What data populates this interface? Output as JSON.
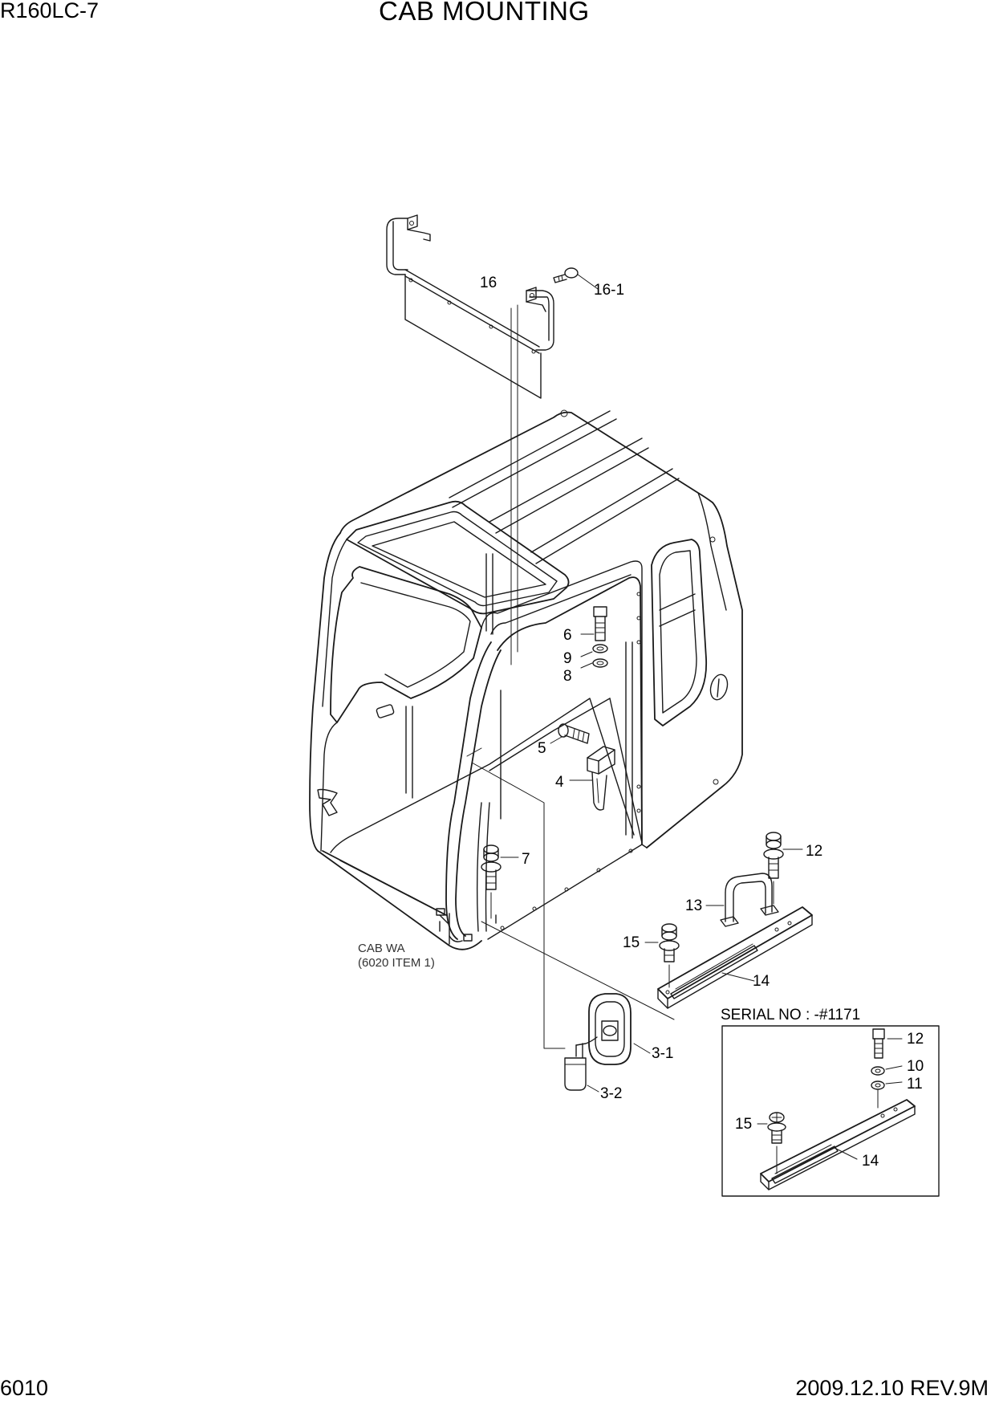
{
  "header": {
    "model": "R160LC-7",
    "title": "CAB MOUNTING"
  },
  "footer": {
    "page_number": "6010",
    "revision": "2009.12.10  REV.9M"
  },
  "callouts": {
    "p16": "16",
    "p16_1": "16-1",
    "p6": "6",
    "p9": "9",
    "p8": "8",
    "p5": "5",
    "p4": "4",
    "p7": "7",
    "p12": "12",
    "p13": "13",
    "p15": "15",
    "p14": "14",
    "p3_1": "3-1",
    "p3_2": "3-2"
  },
  "cab_note": {
    "line1": "CAB WA",
    "line2": "(6020 ITEM 1)"
  },
  "serial_box": {
    "label": "SERIAL NO : -#1171",
    "p12": "12",
    "p10": "10",
    "p11": "11",
    "p15": "15",
    "p14": "14"
  }
}
